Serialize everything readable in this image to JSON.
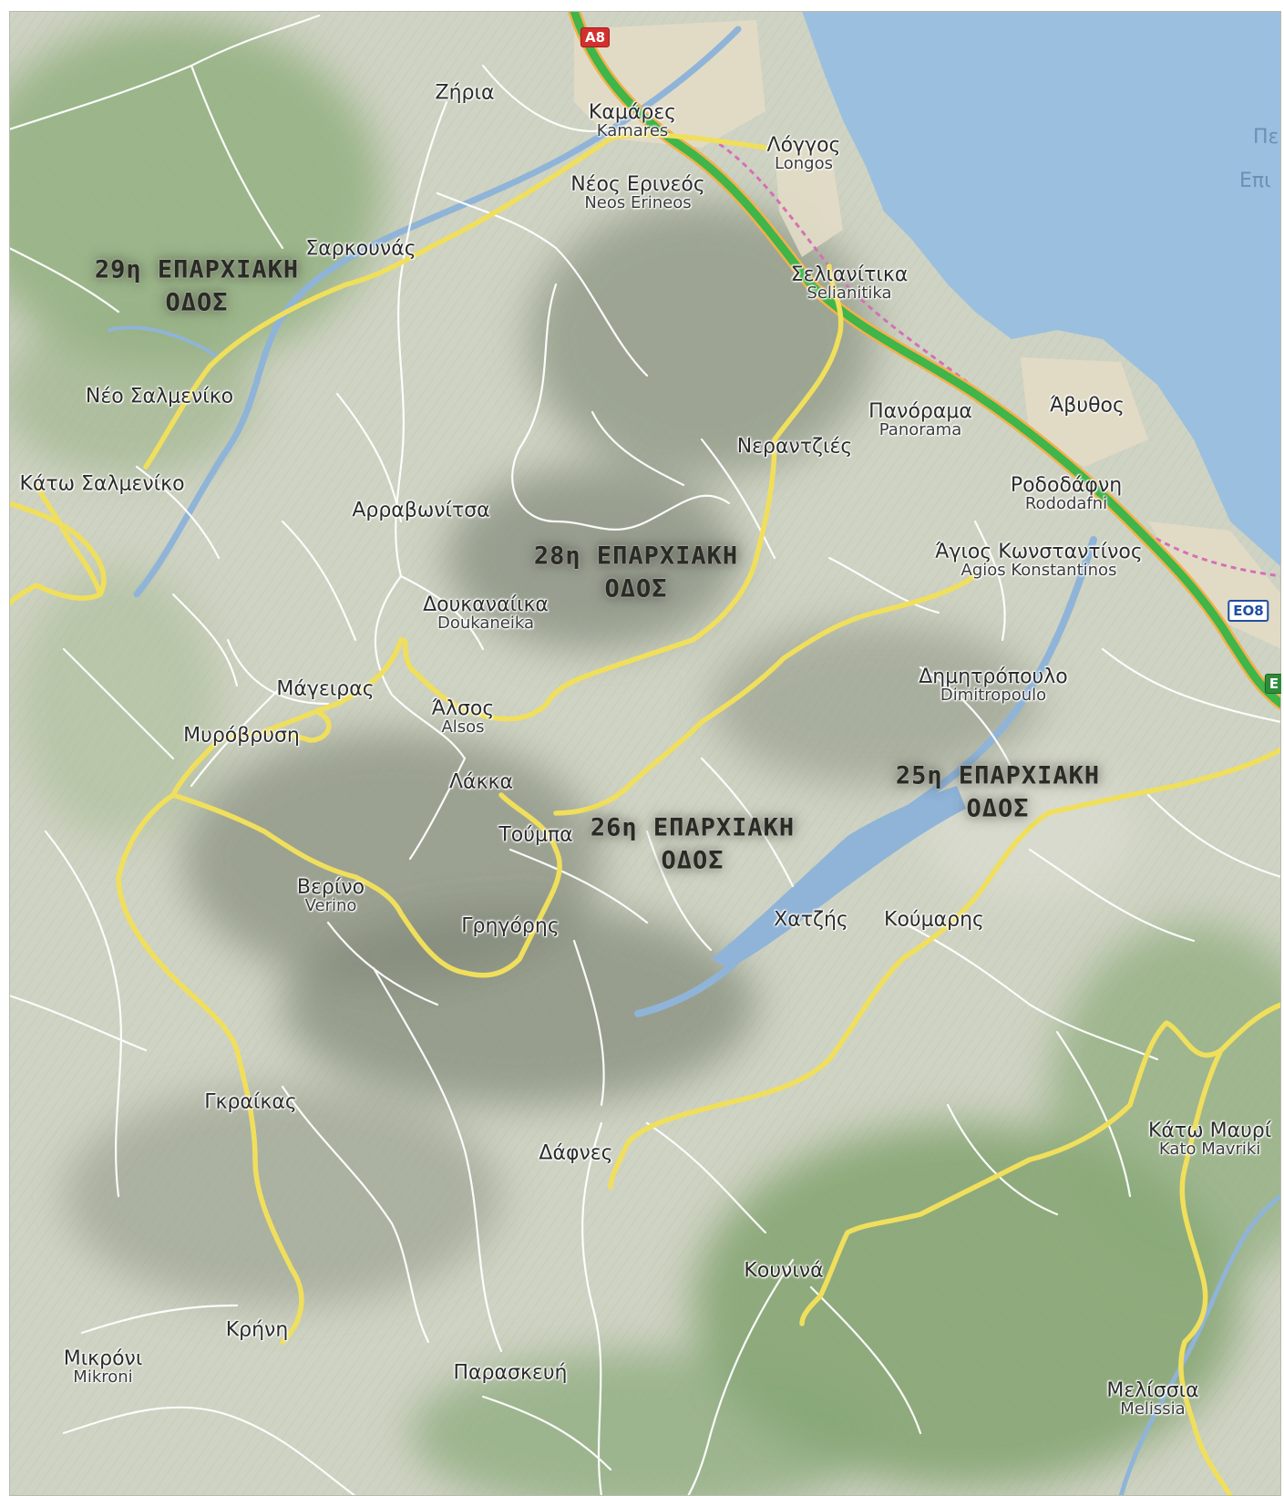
{
  "map": {
    "colors": {
      "terrain": "#cfd3c3",
      "forest": "#9fb58c",
      "shade": "#8f9685",
      "sea": "#9bbfdf",
      "river": "#8fb4d8",
      "road_minor": "#ffffff",
      "road_provincial": "#f0df5c",
      "highway": "#3fb54a",
      "highway_edge": "#f3b04a",
      "railway": "#d66fb5",
      "urban": "#e2dcc6"
    },
    "route_shields": {
      "a8": "A8",
      "eo8": "EO8",
      "green_partial": "E"
    },
    "sea_text_partial": [
      "Πε",
      "Επι"
    ],
    "provincial_roads": {
      "road29": [
        "29η ΕΠΑΡΧΙΑΚΗ",
        "ΟΔΟΣ"
      ],
      "road28": [
        "28η ΕΠΑΡΧΙΑΚΗ",
        "ΟΔΟΣ"
      ],
      "road26": [
        "26η ΕΠΑΡΧΙΑΚΗ",
        "ΟΔΟΣ"
      ],
      "road25": [
        "25η ΕΠΑΡΧΙΑΚΗ",
        "ΟΔΟΣ"
      ]
    },
    "places": {
      "zeria": {
        "greek": "Ζήρια"
      },
      "kamares": {
        "greek": "Καμάρες",
        "latin": "Kamares"
      },
      "longos": {
        "greek": "Λόγγος",
        "latin": "Longos"
      },
      "neos_erineos": {
        "greek": "Νέος Ερινεός",
        "latin": "Neos Erineos"
      },
      "sarkounas": {
        "greek": "Σαρκουνάς"
      },
      "selianitika": {
        "greek": "Σελιανίτικα",
        "latin": "Selianitika"
      },
      "neo_salmeniko": {
        "greek": "Νέο Σαλμενίκο"
      },
      "kato_salmeniko": {
        "greek": "Κάτω Σαλμενίκο"
      },
      "panorama": {
        "greek": "Πανόραμα",
        "latin": "Panorama"
      },
      "avythos": {
        "greek": "Άβυθος"
      },
      "nerantzies": {
        "greek": "Νεραντζιές"
      },
      "rododafni": {
        "greek": "Ροδοδάφνη",
        "latin": "Rododafni"
      },
      "arravonitsa": {
        "greek": "Αρραβωνίτσα"
      },
      "agios_konstantinos": {
        "greek": "Άγιος Κωνσταντίνος",
        "latin": "Agios Konstantinos"
      },
      "doukaneika": {
        "greek": "Δουκαναίικα",
        "latin": "Doukaneika"
      },
      "dimitropoulo": {
        "greek": "Δημητρόπουλο",
        "latin": "Dimitropoulo"
      },
      "mageiras": {
        "greek": "Μάγειρας"
      },
      "alsos": {
        "greek": "Άλσος",
        "latin": "Alsos"
      },
      "myrovrysi": {
        "greek": "Μυρόβρυση"
      },
      "lakka": {
        "greek": "Λάκκα"
      },
      "toumpa": {
        "greek": "Τούμπα"
      },
      "verino": {
        "greek": "Βερίνο",
        "latin": "Verino"
      },
      "chatzis": {
        "greek": "Χατζής"
      },
      "koumaris": {
        "greek": "Κούμαρης"
      },
      "grigoris": {
        "greek": "Γρηγόρης"
      },
      "graikas": {
        "greek": "Γκραίκας"
      },
      "dafnes": {
        "greek": "Δάφνες"
      },
      "kato_mavriki": {
        "greek": "Κάτω Μαυρί",
        "latin": "Kato Mavriki"
      },
      "kounina": {
        "greek": "Κουνινά"
      },
      "krini": {
        "greek": "Κρήνη"
      },
      "mikroni": {
        "greek": "Μικρόνι",
        "latin": "Mikroni"
      },
      "paraskevi": {
        "greek": "Παρασκευή"
      },
      "melissia": {
        "greek": "Μελίσσια",
        "latin": "Melissia"
      }
    }
  }
}
